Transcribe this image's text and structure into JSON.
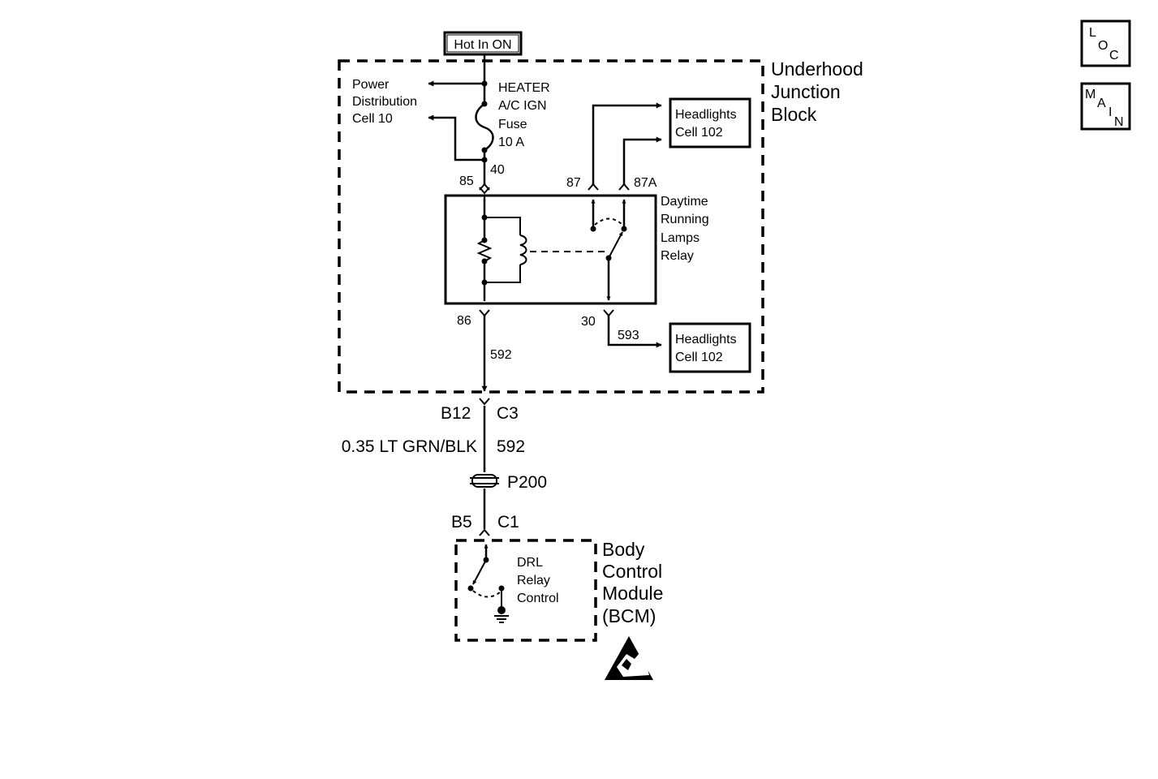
{
  "power_source": "Hot In ON",
  "junction_block": {
    "title_lines": [
      "Underhood",
      "Junction",
      "Block"
    ],
    "power_dist_lines": [
      "Power",
      "Distribution",
      "Cell 10"
    ],
    "fuse_lines": [
      "HEATER",
      "A/C IGN",
      "Fuse",
      "10 A"
    ],
    "fuse_terminal": "40",
    "relay": {
      "name_lines": [
        "Daytime",
        "Running",
        "Lamps",
        "Relay"
      ],
      "pin_85": "85",
      "pin_86": "86",
      "pin_87": "87",
      "pin_87a": "87A",
      "pin_30": "30"
    },
    "headlights_top": [
      "Headlights",
      "Cell 102"
    ],
    "headlights_bottom": [
      "Headlights",
      "Cell 102"
    ],
    "circuit_593": "593",
    "circuit_592_inner": "592"
  },
  "connector_upper": {
    "left": "B12",
    "right": "C3"
  },
  "wire_label": {
    "spec": "0.35 LT GRN/BLK",
    "circuit": "592"
  },
  "splice": "P200",
  "connector_lower": {
    "left": "B5",
    "right": "C1"
  },
  "bcm": {
    "title_lines": [
      "Body",
      "Control",
      "Module",
      "(BCM)"
    ],
    "switch_lines": [
      "DRL",
      "Relay",
      "Control"
    ]
  },
  "nav_icons": {
    "loc": [
      "L",
      "O",
      "C"
    ],
    "main": [
      "M",
      "A",
      "I",
      "N"
    ]
  },
  "icons": [
    "esd-warning-icon",
    "ground-symbol-icon"
  ]
}
